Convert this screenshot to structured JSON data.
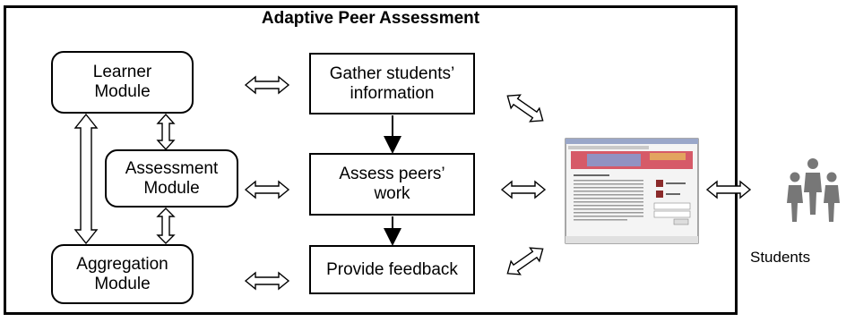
{
  "diagram": {
    "title": "Adaptive Peer Assessment",
    "modules": {
      "learner": "Learner\nModule",
      "assessment": "Assessment\nModule",
      "aggregation": "Aggregation\nModule"
    },
    "steps": {
      "gather": "Gather students’\ninformation",
      "assess": "Assess peers’\nwork",
      "feedback": "Provide feedback"
    },
    "students_label": "Students"
  }
}
